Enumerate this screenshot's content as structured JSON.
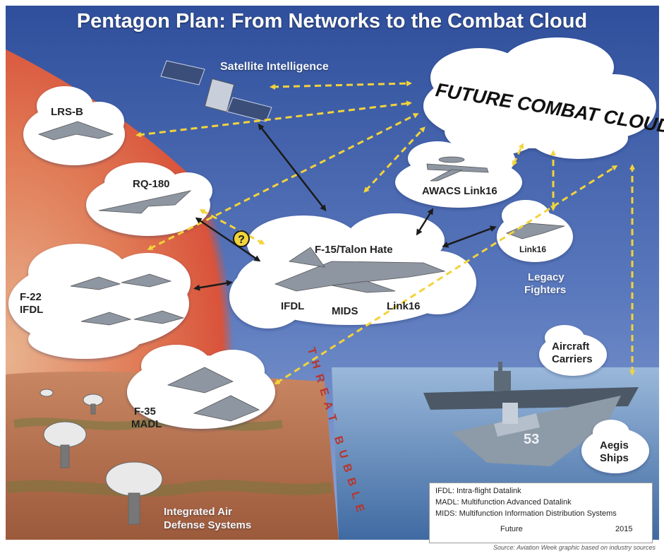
{
  "title": "Pentagon Plan: From Networks to the Combat Cloud",
  "nodes": {
    "satellite": "Satellite Intelligence",
    "future_cloud": "FUTURE COMBAT CLOUD",
    "lrs_b": "LRS-B",
    "rq180": "RQ-180",
    "awacs": "AWACS Link16",
    "f15": "F-15/Talon Hate",
    "f15_ifdl": "IFDL",
    "f15_mids": "MIDS",
    "f15_link16": "Link16",
    "legacy_link16": "Link16",
    "legacy_fighters_1": "Legacy",
    "legacy_fighters_2": "Fighters",
    "f22_1": "F-22",
    "f22_2": "IFDL",
    "f35_1": "F-35",
    "f35_2": "MADL",
    "carriers_1": "Aircraft",
    "carriers_2": "Carriers",
    "aegis_1": "Aegis",
    "aegis_2": "Ships",
    "iads_1": "Integrated Air",
    "iads_2": "Defense Systems",
    "threat_bubble": "THREAT BUBBLE",
    "unknown_marker": "?",
    "ship_number": "53"
  },
  "legend": {
    "ifdl": "IFDL: Intra-flight Datalink",
    "madl": "MADL: Multifunction Advanced Datalink",
    "mids": "MIDS: Multifunction Information Distribution Systems",
    "future": "Future",
    "current": "2015"
  },
  "source": "Source: Aviation Week graphic based on industry sources",
  "colors": {
    "future_link": "#f2d33b",
    "current_link": "#1b1b1b",
    "sky": "#3f5ea8",
    "threat": "#d9533b",
    "sea": "#7fa6cf"
  }
}
